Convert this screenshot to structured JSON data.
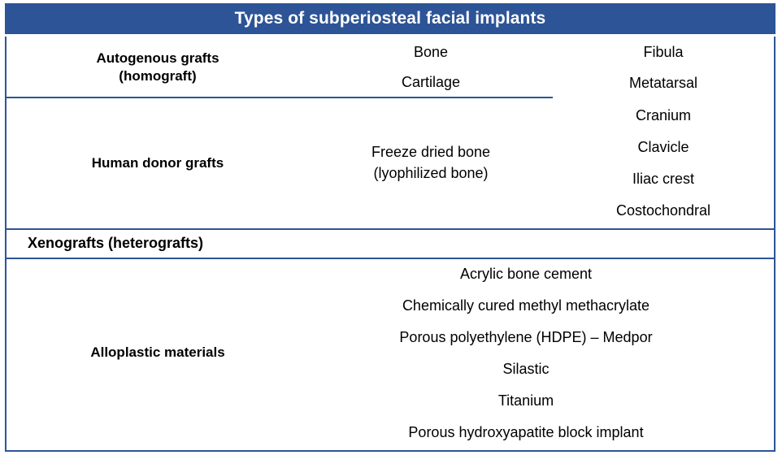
{
  "header": {
    "title": "Types of subperiosteal facial implants",
    "background_color": "#2d5496",
    "text_color": "#ffffff"
  },
  "table": {
    "border_color": "#2d5496",
    "rows": [
      {
        "label": "Autogenous grafts\n(homograft)",
        "label_line1": "Autogenous grafts",
        "label_line2": "(homograft)",
        "middle": [
          "Bone",
          "Cartilage"
        ],
        "right": [
          "Fibula",
          "Metatarsal"
        ]
      },
      {
        "label": "Human donor grafts",
        "middle_line1": "Freeze dried bone",
        "middle_line2": "(lyophilized bone)",
        "right": [
          "Cranium",
          "Clavicle",
          "Iliac crest",
          "Costochondral"
        ]
      },
      {
        "label": "Xenografts (heterografts)",
        "middle": [],
        "right": []
      },
      {
        "label": "Alloplastic materials",
        "items": [
          "Acrylic bone cement",
          "Chemically cured methyl methacrylate",
          "Porous polyethylene (HDPE) – Medpor",
          "Silastic",
          "Titanium",
          "Porous hydroxyapatite block implant"
        ]
      }
    ]
  }
}
